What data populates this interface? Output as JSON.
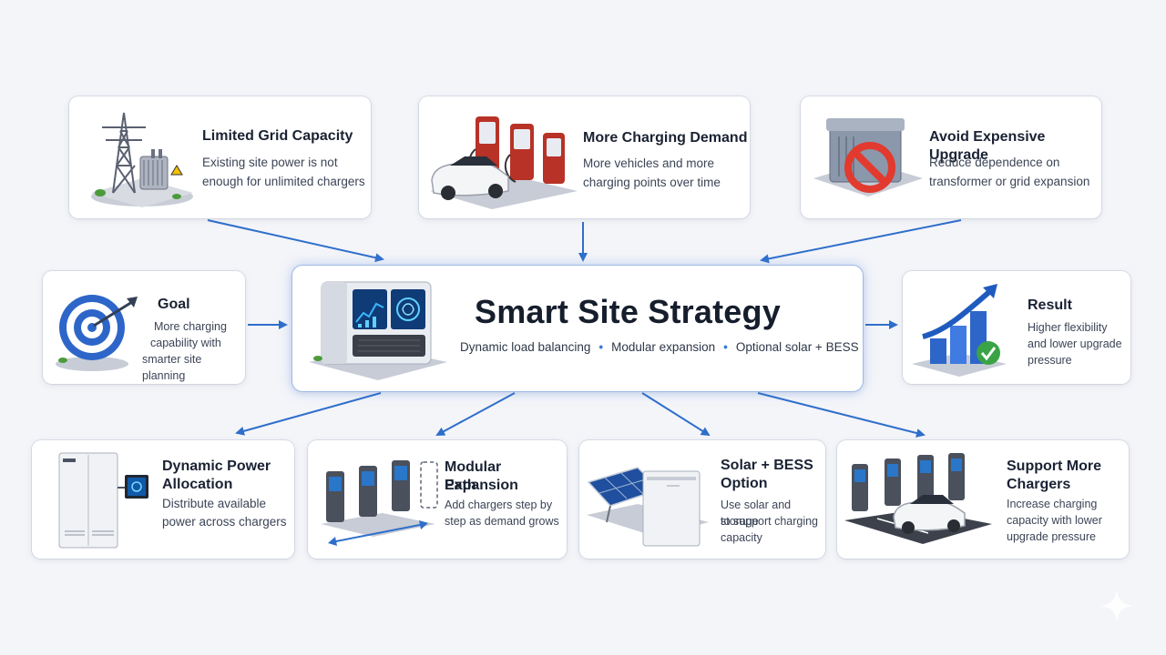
{
  "center": {
    "title": "Smart Site Strategy",
    "features": [
      "Dynamic load balancing",
      "Modular expansion",
      "Optional solar + BESS"
    ]
  },
  "top": [
    {
      "title": "Limited Grid Capacity",
      "desc": [
        "Existing site power is not",
        "enough for unlimited chargers"
      ],
      "icon": "transmission-tower-icon"
    },
    {
      "title": "More Charging Demand",
      "desc": [
        "More vehicles and more",
        "charging points over time"
      ],
      "icon": "chargers-car-icon"
    },
    {
      "title": "Avoid Expensive Upgrade",
      "desc": [
        "Reduce dependence on",
        "transformer or grid expansion"
      ],
      "icon": "no-transformer-icon"
    }
  ],
  "left": {
    "title": "Goal",
    "desc": [
      "More charging",
      "capability with",
      "smarter site planning"
    ],
    "icon": "target-icon"
  },
  "right": {
    "title": "Result",
    "desc": [
      "Higher flexibility",
      "and lower upgrade",
      "pressure"
    ],
    "icon": "growth-chart-icon"
  },
  "bottom": [
    {
      "title": [
        "Dynamic Power",
        "Allocation"
      ],
      "desc": [
        "Distribute available",
        "power across chargers"
      ],
      "icon": "power-cabinet-icon"
    },
    {
      "title": [
        "Modular Expansion",
        "Path"
      ],
      "desc": [
        "Add chargers step by",
        "step as demand grows"
      ],
      "icon": "modular-chargers-icon"
    },
    {
      "title": [
        "Solar + BESS",
        "Option"
      ],
      "desc": [
        "Use solar and storage",
        "to support charging",
        "capacity"
      ],
      "icon": "solar-battery-icon"
    },
    {
      "title": [
        "Support More",
        "Chargers"
      ],
      "desc": [
        "Increase charging",
        "capacity with lower",
        "upgrade pressure"
      ],
      "icon": "charging-lot-icon"
    }
  ],
  "colors": {
    "accent": "#2f6fcb",
    "center_border": "#9fbbe6",
    "charger_red": "#c0392b",
    "check_green": "#3aa346"
  }
}
